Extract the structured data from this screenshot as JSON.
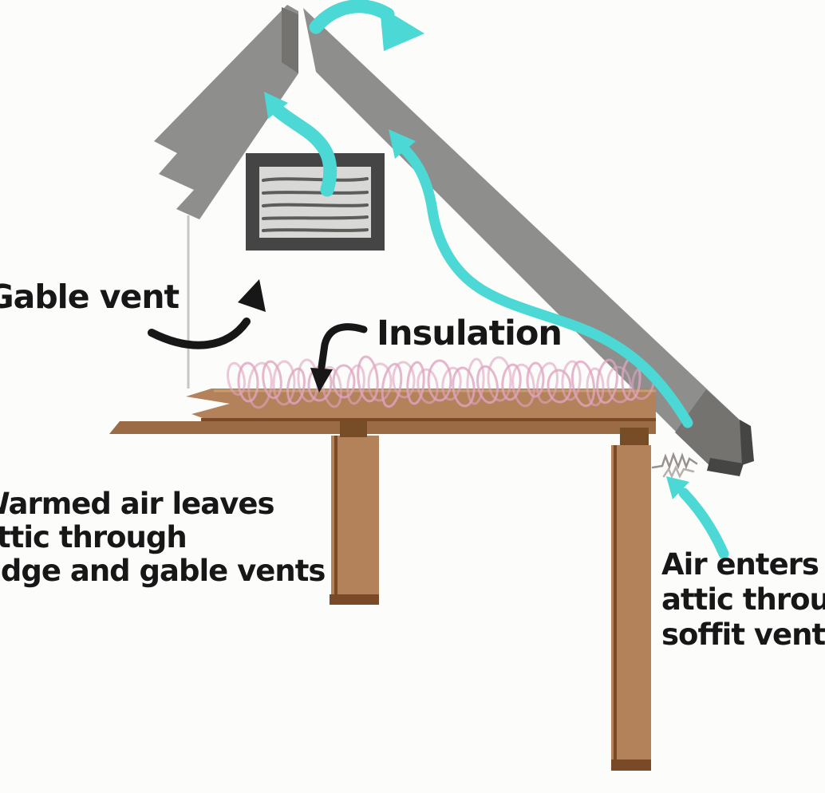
{
  "labels": {
    "gable_vent": "Gable vent",
    "insulation": "Insulation",
    "warmed_air": [
      "Warmed air leaves",
      "attic through",
      "ridge and gable vents"
    ],
    "air_enters": [
      "Air enters",
      "attic through",
      "soffit vents"
    ]
  },
  "colors": {
    "airflow": "#4cd8d4",
    "roof": "#8e8e8c",
    "roof_dark": "#757370",
    "roof_edge": "#454543",
    "vent_frame": "#454545",
    "vent_inner": "#d8d8d6",
    "vent_slat": "#5c5c5a",
    "wood": "#b3815a",
    "wood_mid": "#9b6b45",
    "wood_dark": "#7a4a26",
    "wood_plate": "#774d28",
    "wood_light": "#c79a6f",
    "insulation": "#dfa5c0",
    "squiggle": "#98918d",
    "wall_line": "#c6c6c4",
    "text": "#171717",
    "background": "#fcfcfb"
  }
}
